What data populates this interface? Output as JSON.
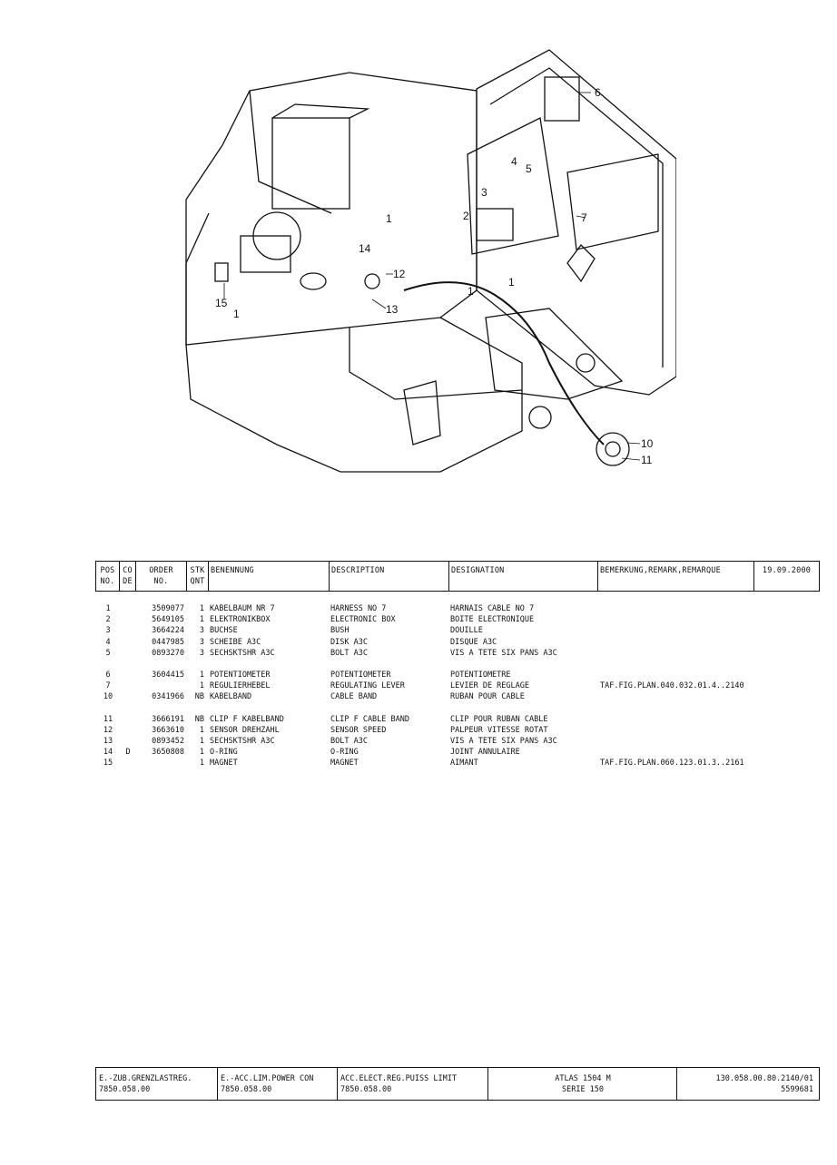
{
  "callouts": [
    "1",
    "1",
    "1",
    "1",
    "2",
    "3",
    "4",
    "5",
    "6",
    "7",
    "10",
    "11",
    "12",
    "13",
    "14",
    "15"
  ],
  "header": {
    "pos": [
      "POS",
      "NO."
    ],
    "code": [
      "CO",
      "DE"
    ],
    "order": [
      "ORDER",
      "NO."
    ],
    "stk": [
      "STK",
      "QNT"
    ],
    "benennung": "BENENNUNG",
    "description": "DESCRIPTION",
    "designation": "DESIGNATION",
    "remark": "BEMERKUNG,REMARK,REMARQUE",
    "date": "19.09.2000"
  },
  "parts": [
    {
      "pos": "1",
      "code": "",
      "order": "3509077",
      "qty": "1",
      "benennung": "KABELBAUM NR  7",
      "description": "HARNESS NO  7",
      "designation": "HARNAIS CABLE NO  7",
      "remark": ""
    },
    {
      "pos": "2",
      "code": "",
      "order": "5649105",
      "qty": "1",
      "benennung": "ELEKTRONIKBOX",
      "description": "ELECTRONIC BOX",
      "designation": "BOITE ELECTRONIQUE",
      "remark": ""
    },
    {
      "pos": "3",
      "code": "",
      "order": "3664224",
      "qty": "3",
      "benennung": "BUCHSE",
      "description": "BUSH",
      "designation": "DOUILLE",
      "remark": ""
    },
    {
      "pos": "4",
      "code": "",
      "order": "0447985",
      "qty": "3",
      "benennung": "SCHEIBE A3C",
      "description": "DISK A3C",
      "designation": "DISQUE A3C",
      "remark": ""
    },
    {
      "pos": "5",
      "code": "",
      "order": "0893270",
      "qty": "3",
      "benennung": "SECHSKTSHR A3C",
      "description": "BOLT A3C",
      "designation": "VIS A TETE SIX PANS A3C",
      "remark": ""
    },
    {
      "pos": "6",
      "code": "",
      "order": "3604415",
      "qty": "1",
      "benennung": "POTENTIOMETER",
      "description": "POTENTIOMETER",
      "designation": "POTENTIOMETRE",
      "remark": "",
      "gap": true
    },
    {
      "pos": "7",
      "code": "",
      "order": "",
      "qty": "1",
      "benennung": "REGULIERHEBEL",
      "description": "REGULATING LEVER",
      "designation": "LEVIER DE REGLAGE",
      "remark": "TAF.FIG.PLAN.040.032.01.4..2140"
    },
    {
      "pos": "10",
      "code": "",
      "order": "0341966",
      "qty": "NB",
      "benennung": "KABELBAND",
      "description": "CABLE BAND",
      "designation": "RUBAN POUR CABLE",
      "remark": ""
    },
    {
      "pos": "11",
      "code": "",
      "order": "3666191",
      "qty": "NB",
      "benennung": "CLIP F KABELBAND",
      "description": "CLIP F CABLE BAND",
      "designation": "CLIP POUR RUBAN CABLE",
      "remark": "",
      "gap": true
    },
    {
      "pos": "12",
      "code": "",
      "order": "3663610",
      "qty": "1",
      "benennung": "SENSOR DREHZAHL",
      "description": "SENSOR SPEED",
      "designation": "PALPEUR VITESSE ROTAT",
      "remark": ""
    },
    {
      "pos": "13",
      "code": "",
      "order": "0893452",
      "qty": "1",
      "benennung": "SECHSKTSHR A3C",
      "description": "BOLT A3C",
      "designation": "VIS A TETE SIX PANS A3C",
      "remark": ""
    },
    {
      "pos": "14",
      "code": "D",
      "order": "3650808",
      "qty": "1",
      "benennung": "O-RING",
      "description": "O-RING",
      "designation": "JOINT ANNULAIRE",
      "remark": ""
    },
    {
      "pos": "15",
      "code": "",
      "order": "",
      "qty": "1",
      "benennung": "MAGNET",
      "description": "MAGNET",
      "designation": "AIMANT",
      "remark": "TAF.FIG.PLAN.060.123.01.3..2161"
    }
  ],
  "footer": {
    "de": [
      "E.-ZUB.GRENZLASTREG.",
      "7850.058.00"
    ],
    "en": [
      "E.-ACC.LIM.POWER CON",
      "7850.058.00"
    ],
    "fr": [
      "ACC.ELECT.REG.PUISS LIMIT",
      "7850.058.00"
    ],
    "model": [
      "ATLAS 1504 M",
      "SERIE 150"
    ],
    "ref": [
      "130.058.00.80.2140/01",
      "5599681"
    ]
  }
}
